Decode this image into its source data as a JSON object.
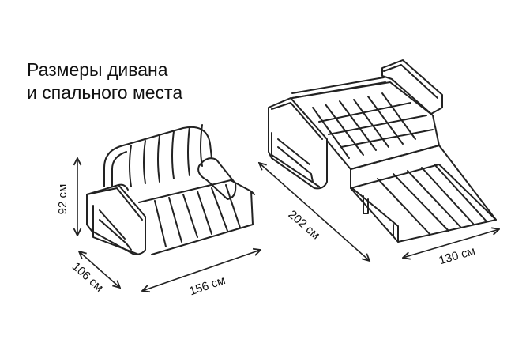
{
  "title": {
    "line1": "Размеры дивана",
    "line2": "и спального места"
  },
  "dimensions": {
    "height": "92 см",
    "depth": "106 см",
    "width": "156 см",
    "bed_length": "202 см",
    "bed_width": "130 см"
  },
  "colors": {
    "line": "#222222",
    "background": "#ffffff"
  }
}
